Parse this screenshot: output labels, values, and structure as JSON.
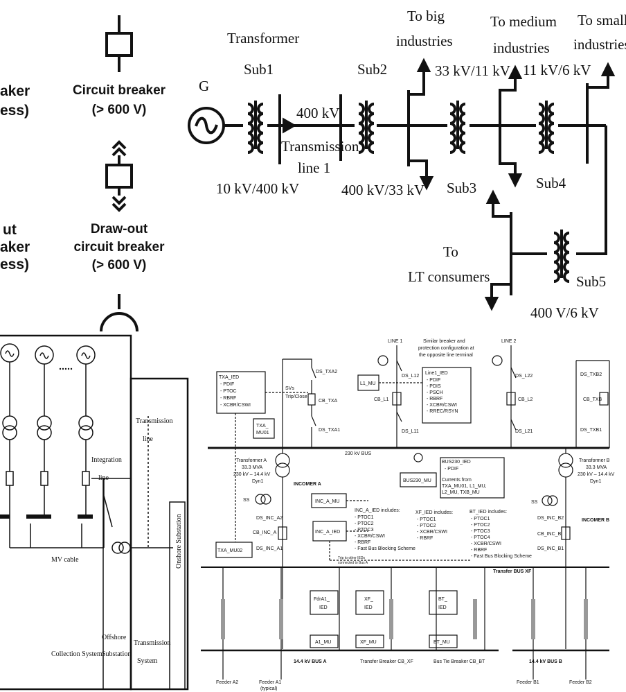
{
  "symbols_panel": {
    "left_label_1a": "aker",
    "left_label_1b": "ess)",
    "left_label_2a": "ut",
    "left_label_2b": "aker",
    "left_label_2c": "ess)",
    "cb_label_1": "Circuit breaker",
    "cb_label_2": "(> 600 V)",
    "dob_label_1": "Draw-out",
    "dob_label_2": "circuit breaker",
    "dob_label_3": "(> 600 V)"
  },
  "power_system": {
    "generator": "G",
    "transformer": "Transformer",
    "sub1": "Sub1",
    "sub2": "Sub2",
    "sub3": "Sub3",
    "sub4": "Sub4",
    "sub5": "Sub5",
    "kv400": "400 kV",
    "transmission_1": "Transmission",
    "transmission_2": "line 1",
    "tx1_ratio": "10 kV/400 kV",
    "tx2_ratio": "400 kV/33 kV",
    "tx3_ratio": "33 kV/11 kV",
    "tx4_ratio": "11 kV/6 kV",
    "tx5_ratio": "400 V/6 kV",
    "big_1": "To big",
    "big_2": "industries",
    "med_1": "To medium",
    "med_2": "industries",
    "small_1": "To small",
    "small_2": "industries",
    "lt_1": "To",
    "lt_2": "LT consumers"
  },
  "wind_farm": {
    "transmission_line_1": "Transmission",
    "transmission_line_2": "line",
    "integration_1": "Integration",
    "integration_2": "line",
    "mv_cable": "MV cable",
    "onshore": "Onshore Substation",
    "collection": "Collection System",
    "offshore_1": "Offshore",
    "offshore_2": "Substation",
    "trans_sys_1": "Transmission",
    "trans_sys_2": "System"
  },
  "substation": {
    "line1": "LINE 1",
    "line2": "LINE 2",
    "note_1": "Similar breaker and",
    "note_2": "protection configuration at",
    "note_3": "the opposite line terminal",
    "txa_ied": "TXA_IED",
    "txa_ied_funcs": [
      "- PDIF",
      "- PTOC",
      "- RBRF",
      "- XCBR/CSWI"
    ],
    "txa_mu01_1": "TXA_",
    "txa_mu01_2": "MU01",
    "l1_mu": "L1_MU",
    "line1_ied": "Line1_IED",
    "line1_funcs": [
      "- PDIF",
      "- PDIS",
      "- PSCH",
      "- RBRF",
      "- XCBR/CSWI",
      "- RREC/RSYN"
    ],
    "ds_txa2": "DS_TXA2",
    "cb_txa": "CB_TXA",
    "ds_txa1": "DS_TXA1",
    "ds_l12": "DS_L12",
    "cb_l1": "CB_L1",
    "ds_l11": "DS_L11",
    "ds_l22": "DS_L22",
    "cb_l2": "CB_L2",
    "ds_l21": "DS_L21",
    "ds_txb2": "DS_TXB2",
    "cb_txb": "CB_TXB",
    "ds_txb1": "DS_TXB1",
    "sv": "SVs",
    "goose": "Trip/Close",
    "bus230": "230 kV BUS",
    "bus230_mu": "BUS230_MU",
    "bus230_ied": "BUS230_IED",
    "bus230_pdif": "- PDIF",
    "currents_1": "Currents from",
    "currents_2": "TXA_MU01, L1_MU,",
    "currents_3": "L2_MU, TXB_MU",
    "txa_label": "Transformer A",
    "txa_mva": "33.3 MVA",
    "txa_kv": "230 kV – 14.4 kV",
    "txa_dyn": "Dyn1",
    "txb_label": "Transformer B",
    "txb_mva": "33.3 MVA",
    "txb_kv": "230 kV – 14.4 kV",
    "txb_dyn": "Dyn1",
    "incomer_a": "INCOMER A",
    "incomer_b": "INCOMER B",
    "inc_a_mu": "INC_A_MU",
    "inc_a_ied": "INC_A_IED",
    "txa_mu02": "TXA_MU02",
    "ss": "SS",
    "ds_inc_a2": "DS_INC_A2",
    "cb_inc_a": "CB_INC_A",
    "ds_inc_a1": "DS_INC_A1",
    "ds_inc_b2": "DS_INC_B2",
    "cb_inc_b": "CB_INC_B",
    "ds_inc_b1": "DS_INC_B1",
    "inc_a_includes": "INC_A_IED includes:",
    "inc_a_funcs": [
      "- PTOC1",
      "- PTOC2",
      "- PTOC3",
      "- XCBR/CSWI",
      "- RBRF",
      "- Fast Bus Blocking Scheme"
    ],
    "xf_includes": "XF_IED includes:",
    "xf_funcs": [
      "- PTOC1",
      "- PTOC2",
      "- XCBR/CSWI",
      "- RBRF"
    ],
    "bt_includes": "BT_IED includes:",
    "bt_funcs": [
      "- PTOC1",
      "- PTOC2",
      "- PTOC3",
      "- PTOC4",
      "- XCBR/CSWI",
      "- RBRF",
      "- Fast Bus Blocking Scheme"
    ],
    "trip_note_1": "Trip to other IEDs",
    "trip_note_2": "connected to Bus A",
    "transfer_bus": "Transfer BUS XF",
    "fdra1_ied_1": "FdrA1_",
    "fdra1_ied_2": "IED",
    "xf_ied_1": "XF_",
    "xf_ied_2": "IED",
    "bt_ied_1": "BT_",
    "bt_ied_2": "IED",
    "a1_mu": "A1_MU",
    "xf_mu": "XF_MU",
    "bt_mu": "BT_MU",
    "bus_a": "14.4 kV BUS A",
    "bus_b": "14.4 kV BUS B",
    "transfer_breaker": "Transfer Breaker CB_XF",
    "bus_tie_breaker": "Bus Tie Breaker CB_BT",
    "feeder_a2": "Feeder A2",
    "feeder_a1_1": "Feeder A1",
    "feeder_a1_2": "(typical)",
    "feeder_b1": "Feeder B1",
    "feeder_b2": "Feeder B2"
  }
}
